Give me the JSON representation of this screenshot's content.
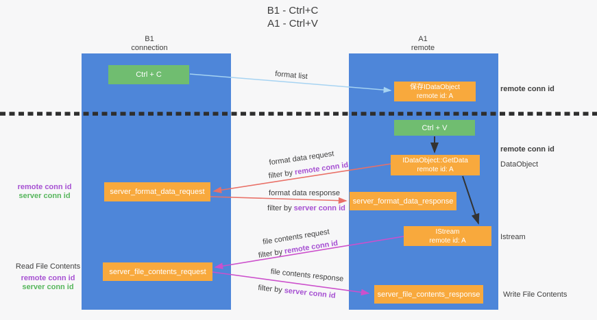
{
  "title": {
    "line1": "B1 - Ctrl+C",
    "line2": "A1 - Ctrl+V"
  },
  "columns": {
    "left": {
      "name": "B1",
      "role": "connection"
    },
    "right": {
      "name": "A1",
      "role": "remote"
    }
  },
  "nodes": {
    "ctrl_c": {
      "label": "Ctrl + C"
    },
    "save_idataobject": {
      "line1": "保存IDataObject",
      "line2": "remote id: A"
    },
    "ctrl_v": {
      "label": "Ctrl + V"
    },
    "getdata": {
      "line1": "IDataObject::GetData",
      "line2": "remote id: A"
    },
    "istream": {
      "line1": "IStream",
      "line2": "remote id: A"
    },
    "server_format_data_request": {
      "label": "server_format_data_request"
    },
    "server_format_data_response": {
      "label": "server_format_data_response"
    },
    "server_file_contents_request": {
      "label": "server_file_contents_request"
    },
    "server_file_contents_response": {
      "label": "server_file_contents_response"
    }
  },
  "edge_labels": {
    "format_list": "format list",
    "format_data_request": "format data request",
    "format_data_response": "format data response",
    "file_contents_request": "file contents request",
    "file_contents_response": "file contents response",
    "filter_by": "filter by ",
    "remote_conn_id": "remote conn id",
    "server_conn_id": "server conn id"
  },
  "side_labels": {
    "remote_conn_id": "remote conn id",
    "server_conn_id": "server conn id",
    "dataobject": "DataObject",
    "istream": "Istream",
    "read_file_contents": "Read File Contents",
    "write_file_contents": "Write File Contents"
  },
  "colors": {
    "background": "#f7f7f8",
    "column_blue": "#4e86d9",
    "box_green": "#70bd70",
    "box_orange": "#f8a93d",
    "purple_label": "#a650d2",
    "green_label": "#56b65c",
    "dark_text": "#3d3d3d",
    "red_arrow": "#e97067",
    "magenta_arrow": "#cc50cc",
    "light_blue_arrow": "#a6d3f2",
    "black_arrow": "#333333",
    "dashed_line": "#2e2e2e"
  }
}
